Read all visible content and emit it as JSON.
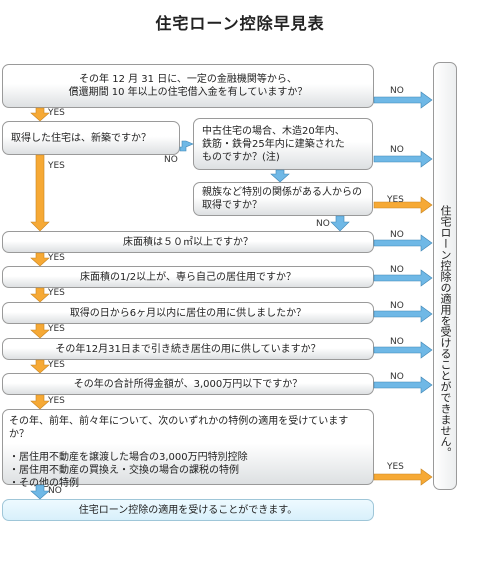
{
  "title": "住宅ローン控除早見表",
  "conclusion_no": "住宅ローン控除の適用を受けることができません。",
  "questions": {
    "q1": "その年 12 月 31 日に、一定の金融機関等から、\n償還期間 10 年以上の住宅借入金を有していますか？",
    "q2": "取得した住宅は、新築ですか？",
    "q2b": "中古住宅の場合、木造20年内、\n鉄筋・鉄骨25年内に建築された\nものですか？(注)",
    "q2c": "親族など特別の関係がある人からの\n取得ですか？",
    "q3": "床面積は５０㎡以上ですか？",
    "q4": "床面積の1/2以上が、専ら自己の居住用ですか？",
    "q5": "取得の日から6ヶ月以内に居住の用に供しましたか？",
    "q6": "その年12月31日まで引き続き居住の用に供していますか？",
    "q7": "その年の合計所得金額が、3,000万円以下ですか？",
    "q8": "その年、前年、前々年について、次のいずれかの特例の適用を受けていますか？",
    "q8_items": [
      "・居住用不動産を譲渡した場合の3,000万円特別控除",
      "・居住用不動産の買換え・交換の場合の課税の特例",
      "・その他の特例"
    ],
    "final": "住宅ローン控除の適用を受けることができます。"
  },
  "labels": {
    "yes": "YES",
    "no": "NO"
  },
  "colors": {
    "yes_arrow": "#f6a935",
    "no_arrow": "#6fb8e6",
    "box_border": "#9a9a9a"
  }
}
